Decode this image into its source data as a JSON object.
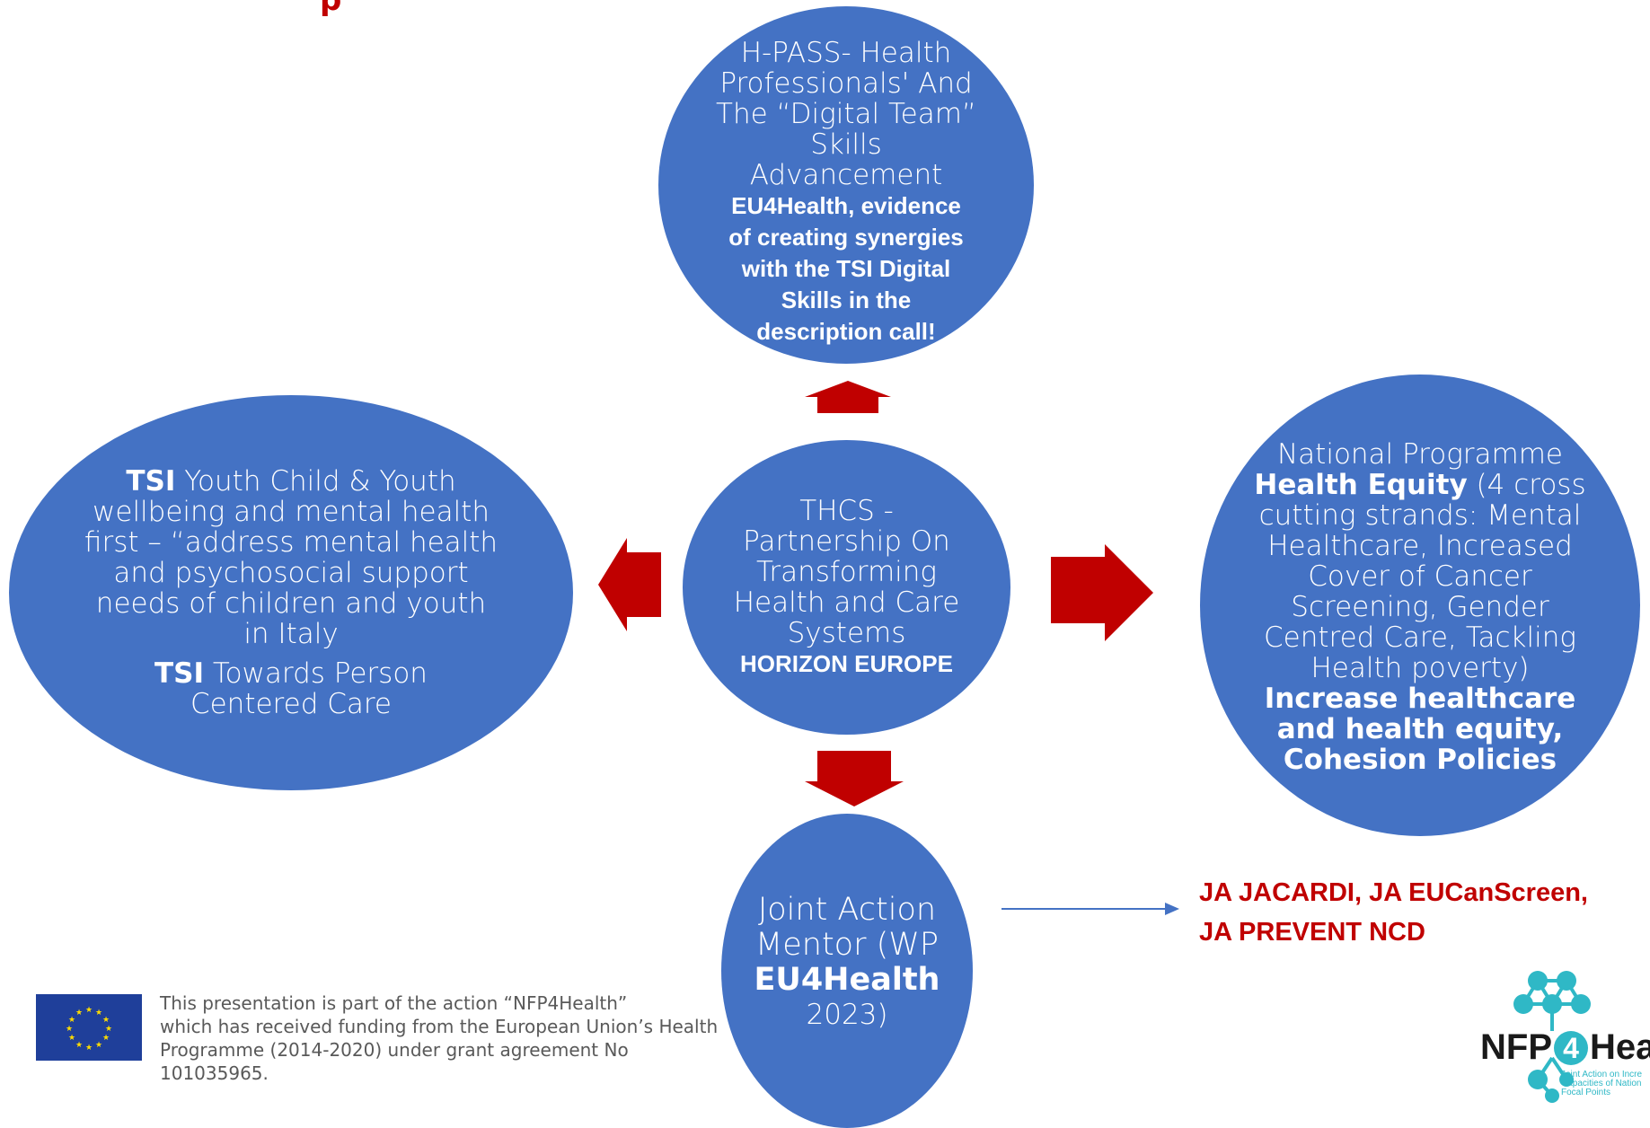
{
  "title_fragment": "p",
  "nodes": {
    "top": {
      "light_text": [
        "H-PASS- Health",
        "Professionals' And",
        "The “Digital Team”",
        "Skills",
        "Advancement"
      ],
      "bold_text": [
        "EU4Health, evidence",
        "of creating synergies",
        "with the TSI Digital",
        "Skills in the",
        "description call!"
      ]
    },
    "center": {
      "light_text": [
        "THCS -",
        "Partnership On",
        "Transforming",
        "Health and Care",
        "Systems"
      ],
      "bold_text": "HORIZON EUROPE"
    },
    "left": {
      "para1_bold": "TSI",
      "para1_line1_rest": " Youth Child & Youth",
      "para1_lines": [
        "wellbeing and mental health",
        "first – “address mental health",
        "and psychosocial support",
        "needs of children and youth",
        "in Italy"
      ],
      "para2_bold": "TSI",
      "para2_line1_rest": " Towards Person",
      "para2_line2": "Centered Care"
    },
    "right": {
      "line1": "National Programme",
      "line2_bold": "Health Equity",
      "line2_rest": " (4 cross",
      "light_lines": [
        "cutting strands: Mental",
        "Healthcare, Increased",
        "Cover of Cancer",
        "Screening, Gender",
        "Centred Care, Tackling",
        "Health poverty)"
      ],
      "bold_lines": [
        "Increase healthcare",
        "and health equity,",
        "Cohesion Policies"
      ]
    },
    "bottom": {
      "line1": "Joint Action",
      "line2": "Mentor (WP",
      "line3_bold": "EU4Health",
      "line4": "2023)"
    }
  },
  "ja_list": [
    "JA JACARDI, JA EUCanScreen,",
    "JA PREVENT NCD"
  ],
  "footnote": [
    "This presentation is part of the action “NFP4Health”",
    "which has received funding from the European Union’s Health",
    "Programme (2014-2020) under grant agreement No 101035965."
  ],
  "logo": {
    "brand_prefix": "NFP",
    "brand_digit": "4",
    "brand_suffix": "Healt",
    "tagline": [
      "Joint Action on Incre",
      "Capacities of Nation",
      "Focal Points"
    ]
  },
  "colors": {
    "circle": "#4472c4",
    "arrow": "#c00000",
    "connector": "#4472c4",
    "ja_text": "#c00000",
    "logo_teal": "#2fb8c6",
    "eu_flag": "#1f3f9a",
    "eu_star": "#ffdd00"
  }
}
